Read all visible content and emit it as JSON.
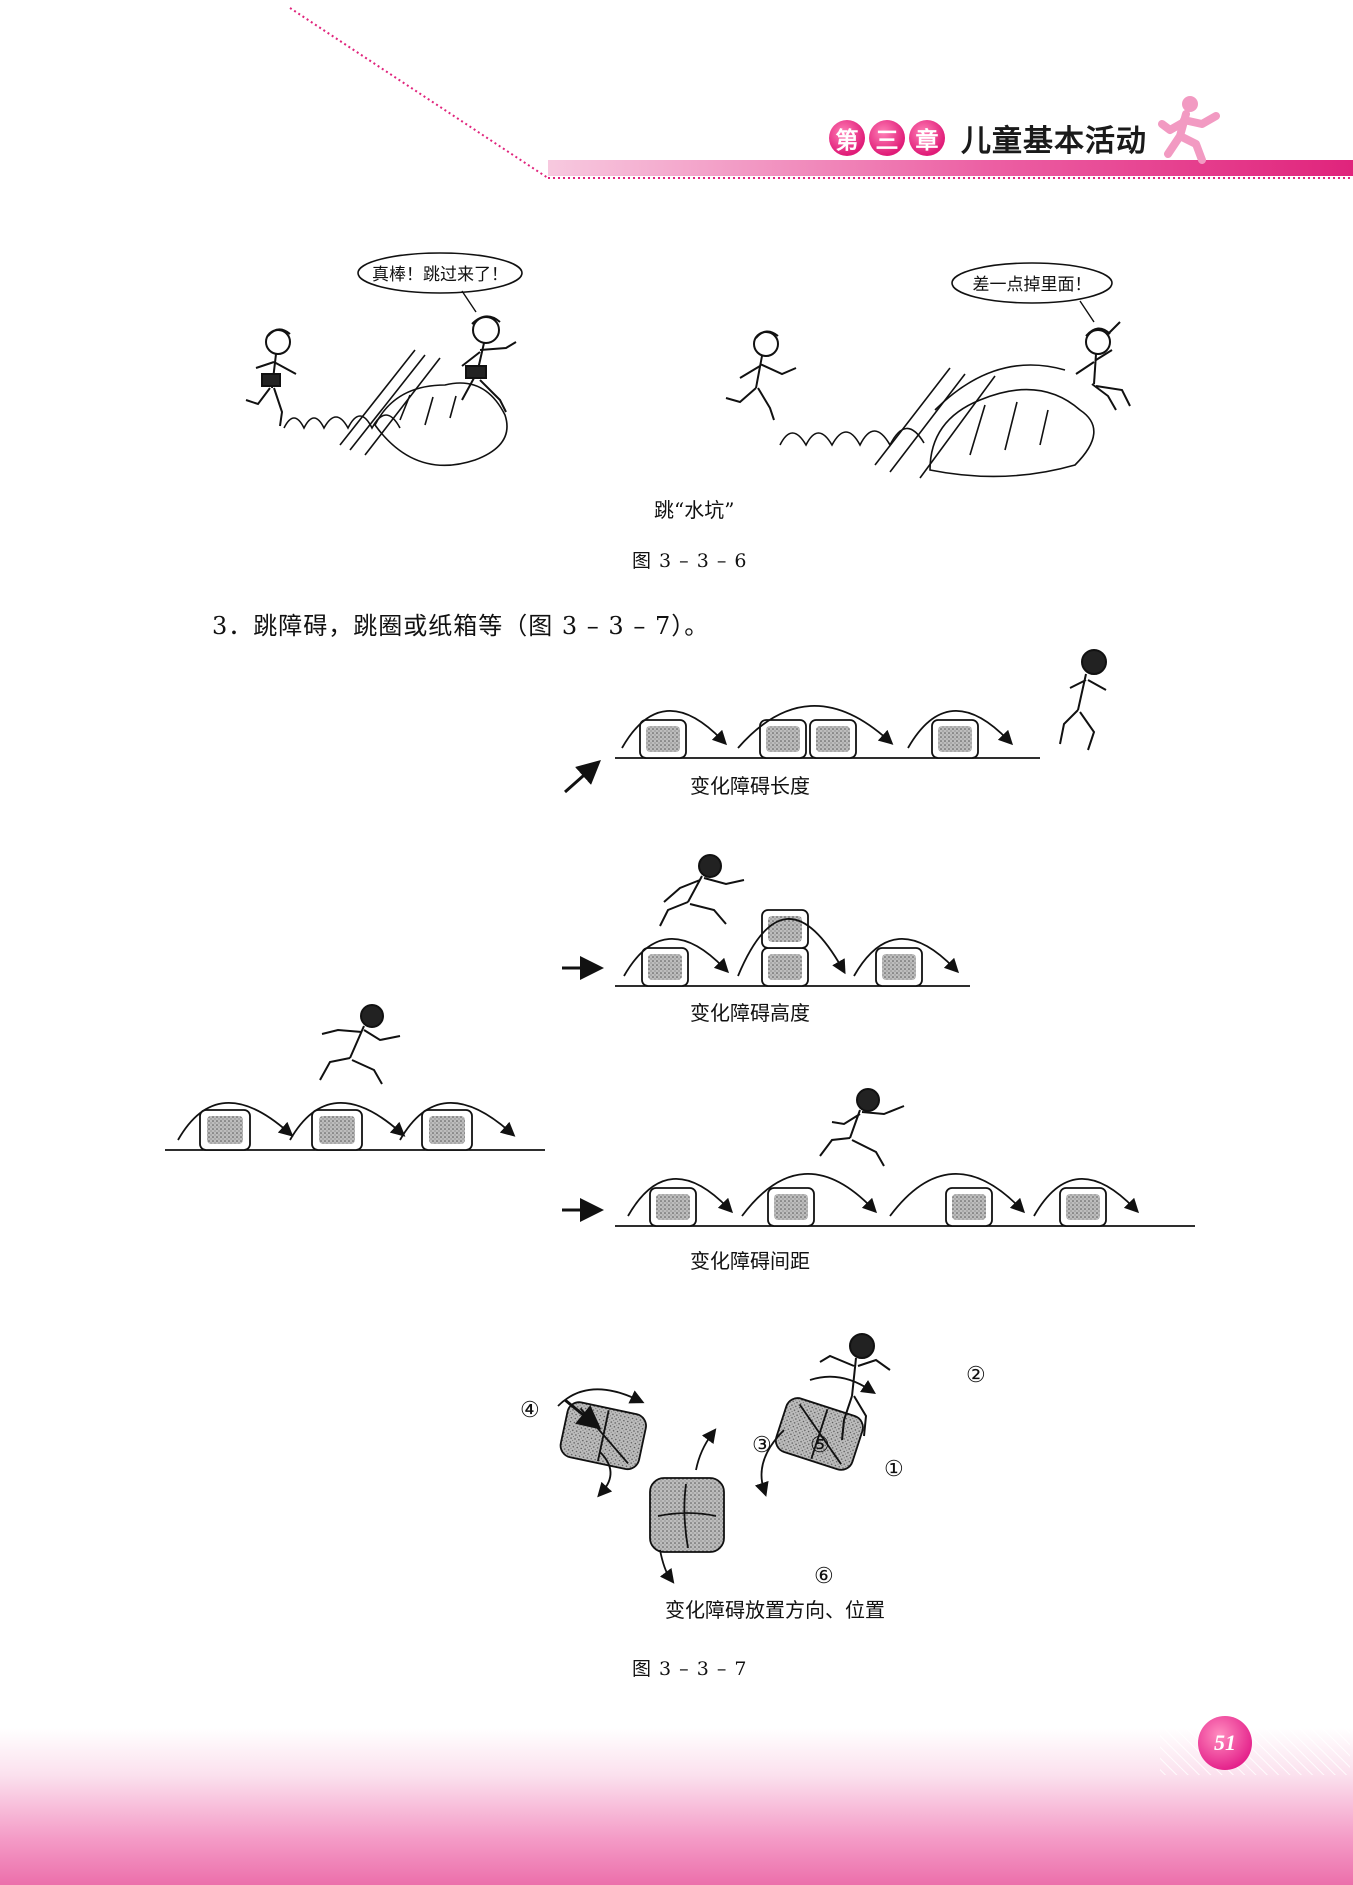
{
  "header": {
    "chapter_chars": [
      "第",
      "三",
      "章"
    ],
    "chapter_title": "儿童基本活动"
  },
  "figure_3_3_6": {
    "bubble_left": "真棒！跳过来了！",
    "bubble_right": "差一点掉里面！",
    "caption": "跳“水坑”",
    "figure_label": "图 3 – 3 – 6"
  },
  "body_text": "3．跳障碍，跳圈或纸箱等（图 3 – 3 – 7）。",
  "figure_3_3_7": {
    "variation_length": "变化障碍长度",
    "variation_height": "变化障碍高度",
    "variation_spacing": "变化障碍间距",
    "variation_orientation": "变化障碍放置方向、位置",
    "rotation_markers": [
      "①",
      "②",
      "③",
      "④",
      "⑤",
      "⑥"
    ],
    "figure_label": "图 3 – 3 – 7"
  },
  "footer": {
    "page_number": "51"
  },
  "colors": {
    "brand_pink": "#e0247c",
    "light_pink": "#f7c9df"
  }
}
